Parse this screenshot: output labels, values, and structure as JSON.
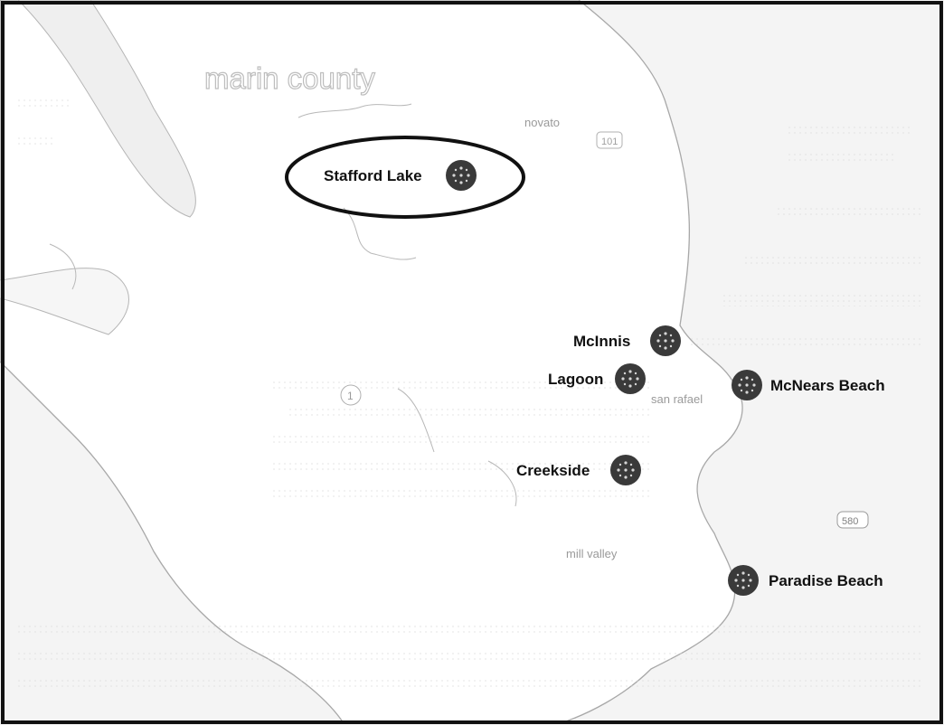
{
  "map": {
    "county_name": "marin county",
    "towns": {
      "novato": "novato",
      "san_rafael": "san rafael",
      "mill_valley": "mill valley"
    },
    "route_shields": {
      "hwy_1": "1",
      "hwy_101": "101",
      "i_580": "580"
    },
    "locations": {
      "stafford_lake": "Stafford Lake",
      "mcinnis": "McInnis",
      "lagoon": "Lagoon",
      "mcnears_beach": "McNears Beach",
      "creekside": "Creekside",
      "paradise_beach": "Paradise Beach"
    },
    "highlighted_location": "Stafford Lake",
    "colors": {
      "marker_fill": "#3a3a3a",
      "land_fill": "#ffffff",
      "water_fill": "#f3f3f3",
      "coast_stroke": "#a8a8a8",
      "highlight_ring": "#111111",
      "frame": "#111111"
    }
  }
}
